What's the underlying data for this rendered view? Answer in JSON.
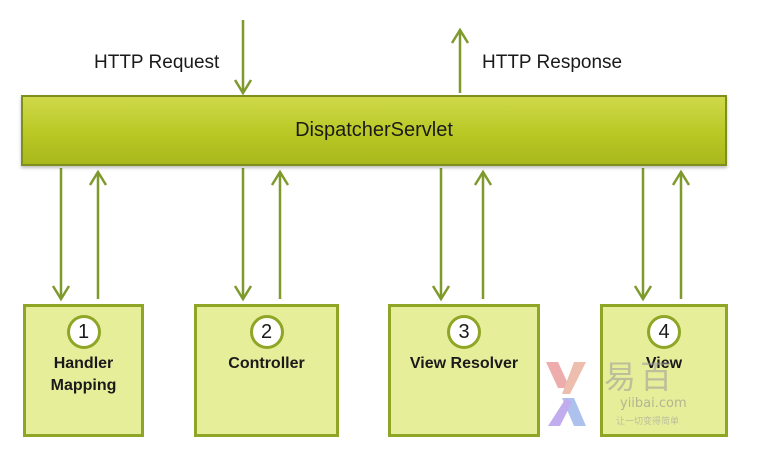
{
  "request_label": "HTTP Request",
  "response_label": "HTTP Response",
  "servlet": {
    "label": "DispatcherServlet"
  },
  "components": [
    {
      "number": "1",
      "lines": [
        "Handler",
        "Mapping"
      ]
    },
    {
      "number": "2",
      "lines": [
        "Controller"
      ]
    },
    {
      "number": "3",
      "lines": [
        "View Resolver"
      ]
    },
    {
      "number": "4",
      "lines": [
        "View"
      ]
    }
  ],
  "watermark": {
    "name_cn": "易百",
    "domain": "yiibai.com",
    "slogan": "让一切变得简单"
  },
  "colors": {
    "arrow": "#7f9a2c",
    "servlet_fill": "#b9c824",
    "box_fill": "#e7ee9a",
    "box_border": "#8fa526"
  }
}
